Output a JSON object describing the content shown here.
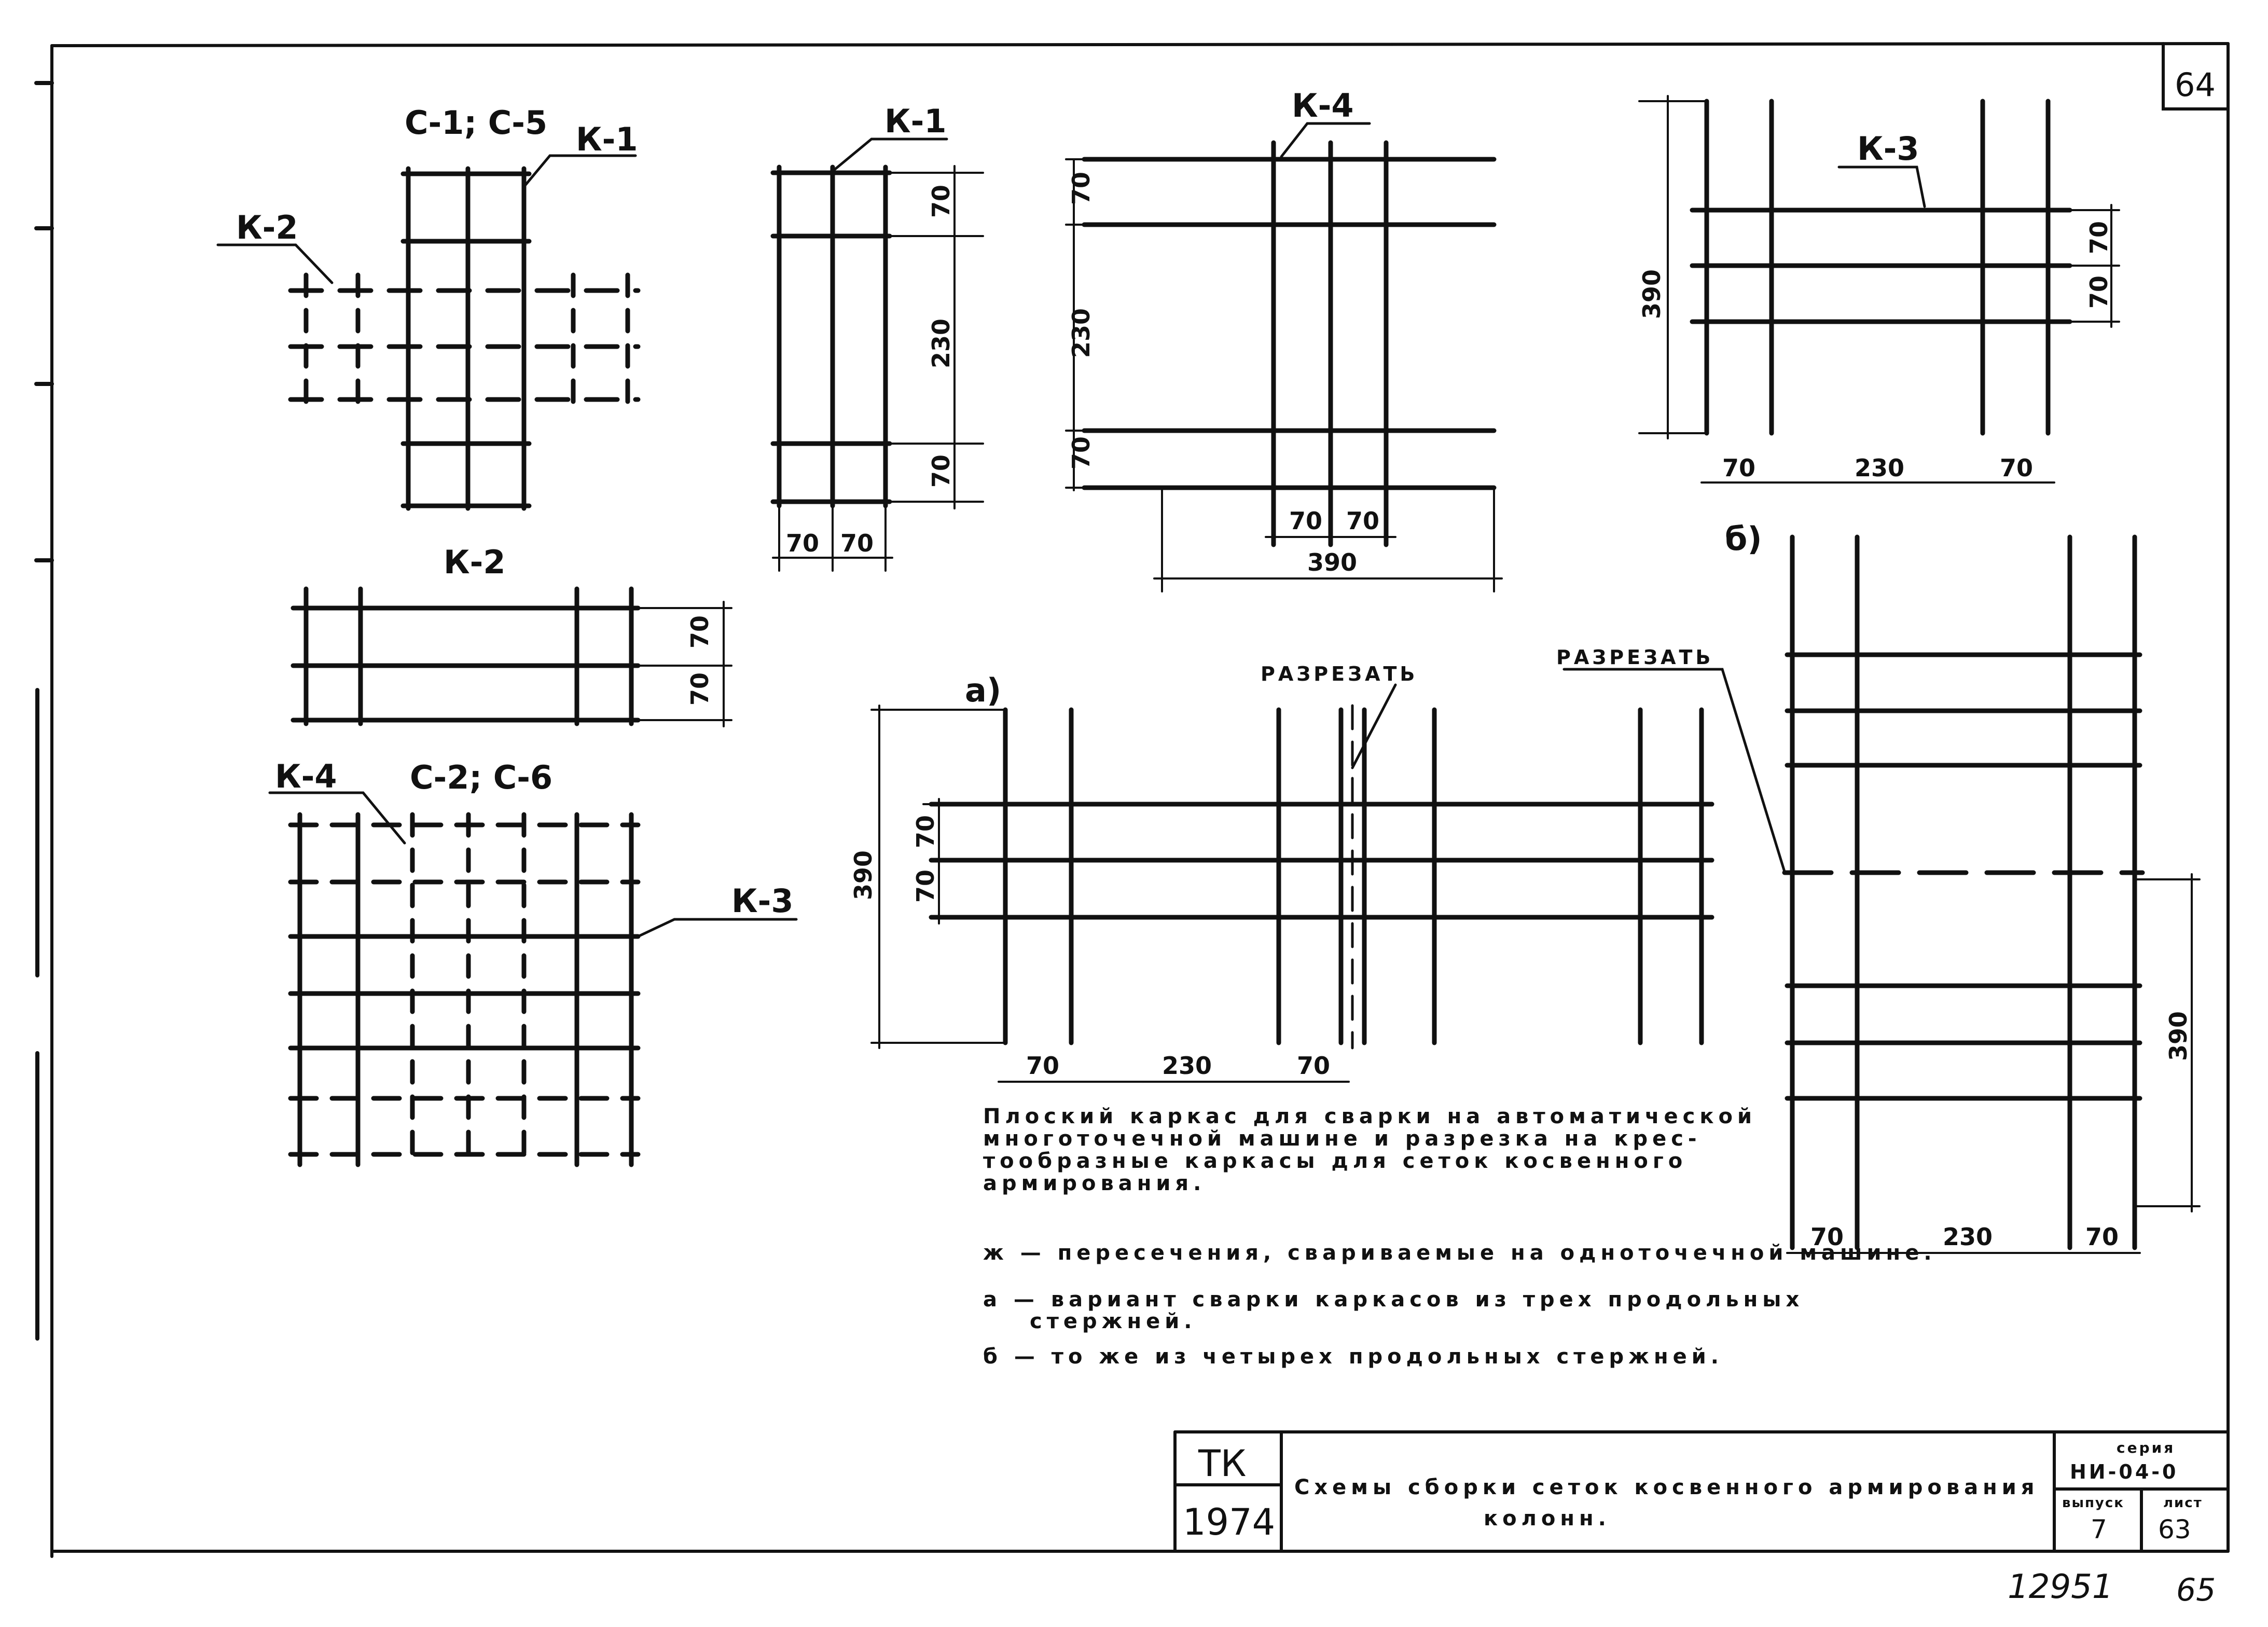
{
  "sheet": {
    "page_number": "64",
    "handwritten_code": "12951",
    "handwritten_page": "65"
  },
  "labels": {
    "s1_s5": "С-1; С-5",
    "k1": "К-1",
    "k2": "К-2",
    "k3": "К-3",
    "k4": "К-4",
    "s2_s6": "С-2; С-6",
    "cut": "РАЗРЕЗАТЬ",
    "variant_a": "а)",
    "variant_b": "б)"
  },
  "dims": {
    "d70": "70",
    "d230": "230",
    "d390": "390"
  },
  "notes": {
    "line1": "Плоский каркас для сварки на автоматической",
    "line2": "многоточечной машине и разрезка на крес-",
    "line3": "тообразные каркасы для сеток косвенного",
    "line4": "армирования.",
    "legend1": "ж — пересечения, свариваемые на одноточечной машине.",
    "legend2a": "а — вариант сварки каркасов из трех продольных",
    "legend2b": "стержней.",
    "legend3": "б — то же из четырех продольных стержней."
  },
  "title_block": {
    "org_top": "ТК",
    "year": "1974",
    "title_line1": "Схемы сборки сеток косвенного армирования",
    "title_line2": "колонн.",
    "series_label": "серия",
    "series_value": "НИ-04-0",
    "issue_label": "выпуск",
    "issue_value": "7",
    "sheet_label": "лист",
    "sheet_value": "63"
  },
  "colors": {
    "ink": "#111111",
    "paper": "#ffffff"
  }
}
